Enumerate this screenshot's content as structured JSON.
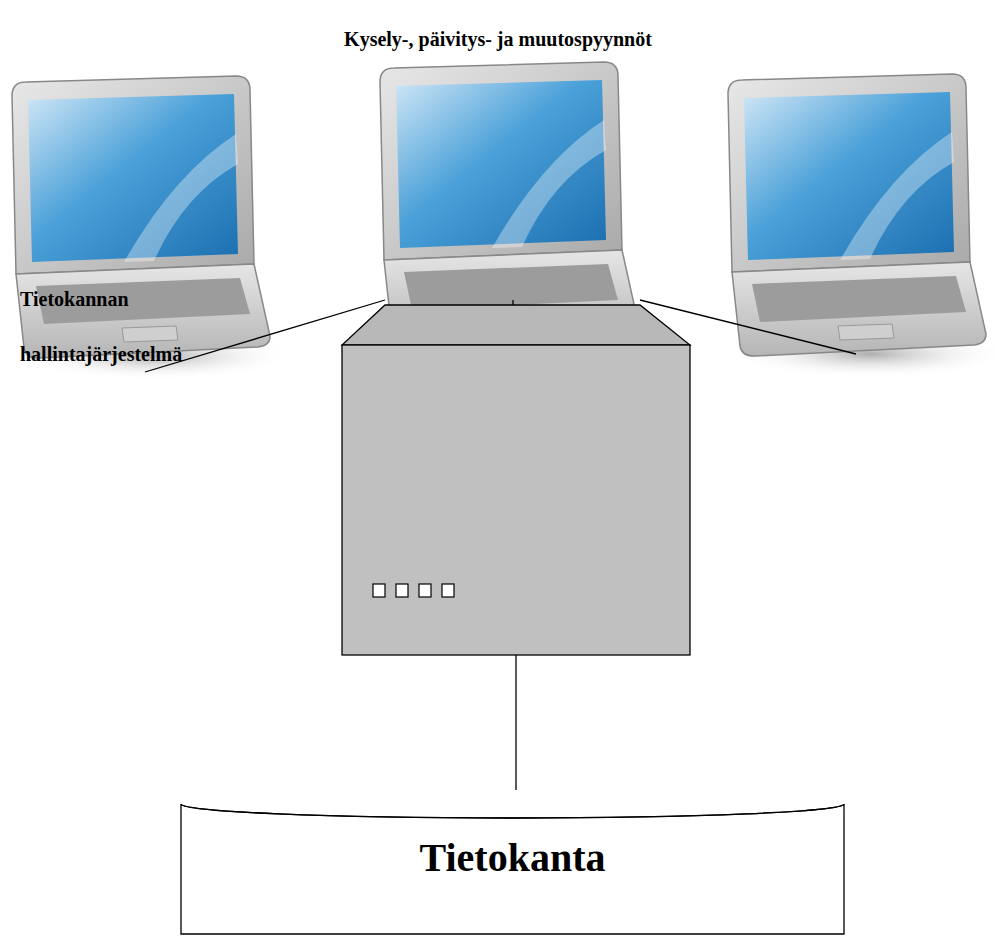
{
  "diagram": {
    "title": "Kysely-, päivitys- ja muutospyynnöt",
    "nodes": [
      {
        "text": [
          "Tietokannan hallintajärjestelmä"
        ]
      },
      {
        "text": [
          "Tietokanta"
        ]
      }
    ],
    "edges": [
      {
        "from": 0,
        "to": 1,
        "arrow": "none"
      }
    ]
  }
}
